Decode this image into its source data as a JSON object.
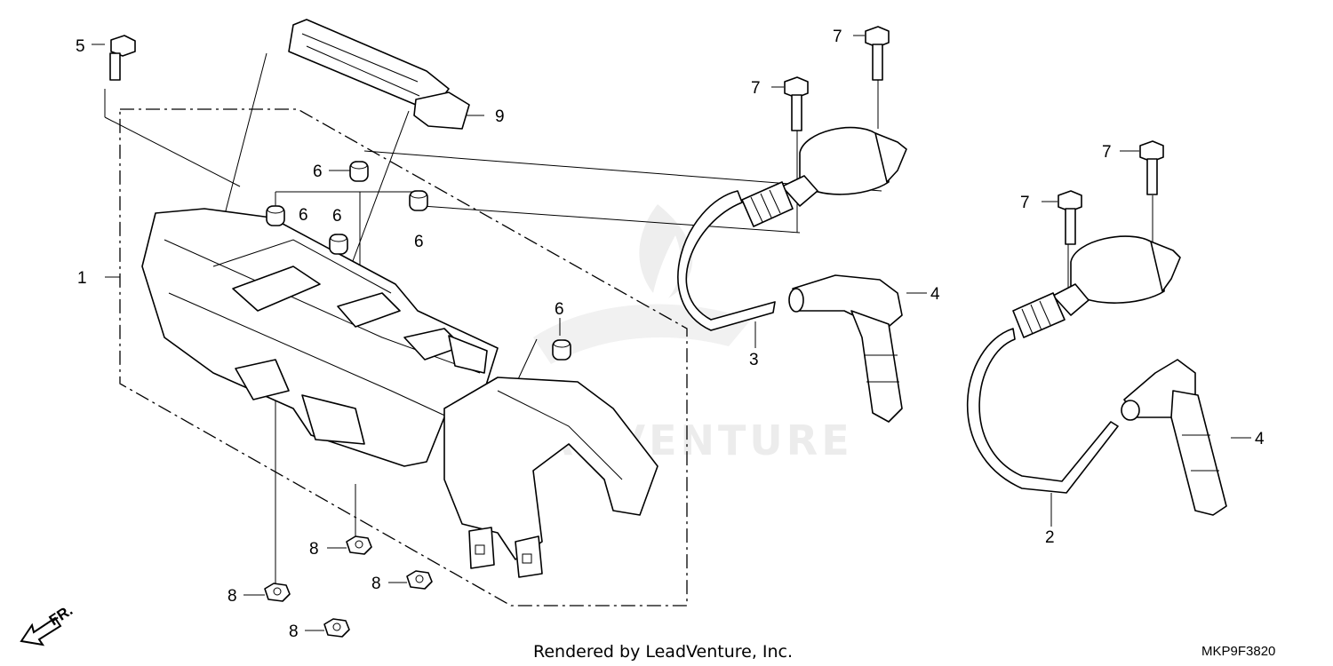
{
  "callouts": [
    {
      "id": "c1",
      "label": "1"
    },
    {
      "id": "c2",
      "label": "2"
    },
    {
      "id": "c3",
      "label": "3"
    },
    {
      "id": "c4a",
      "label": "4"
    },
    {
      "id": "c4b",
      "label": "4"
    },
    {
      "id": "c5",
      "label": "5"
    },
    {
      "id": "c6a",
      "label": "6"
    },
    {
      "id": "c6b",
      "label": "6"
    },
    {
      "id": "c6c",
      "label": "6"
    },
    {
      "id": "c6d",
      "label": "6"
    },
    {
      "id": "c6e",
      "label": "6"
    },
    {
      "id": "c7a",
      "label": "7"
    },
    {
      "id": "c7b",
      "label": "7"
    },
    {
      "id": "c7c",
      "label": "7"
    },
    {
      "id": "c7d",
      "label": "7"
    },
    {
      "id": "c8a",
      "label": "8"
    },
    {
      "id": "c8b",
      "label": "8"
    },
    {
      "id": "c8c",
      "label": "8"
    },
    {
      "id": "c8d",
      "label": "8"
    },
    {
      "id": "c9",
      "label": "9"
    }
  ],
  "watermark": {
    "text": "LEADVENTURE"
  },
  "direction_marker": {
    "label": "FR."
  },
  "footer": {
    "rendered_by": "Rendered by LeadVenture, Inc.",
    "diagram_code": "MKP9F3820"
  }
}
